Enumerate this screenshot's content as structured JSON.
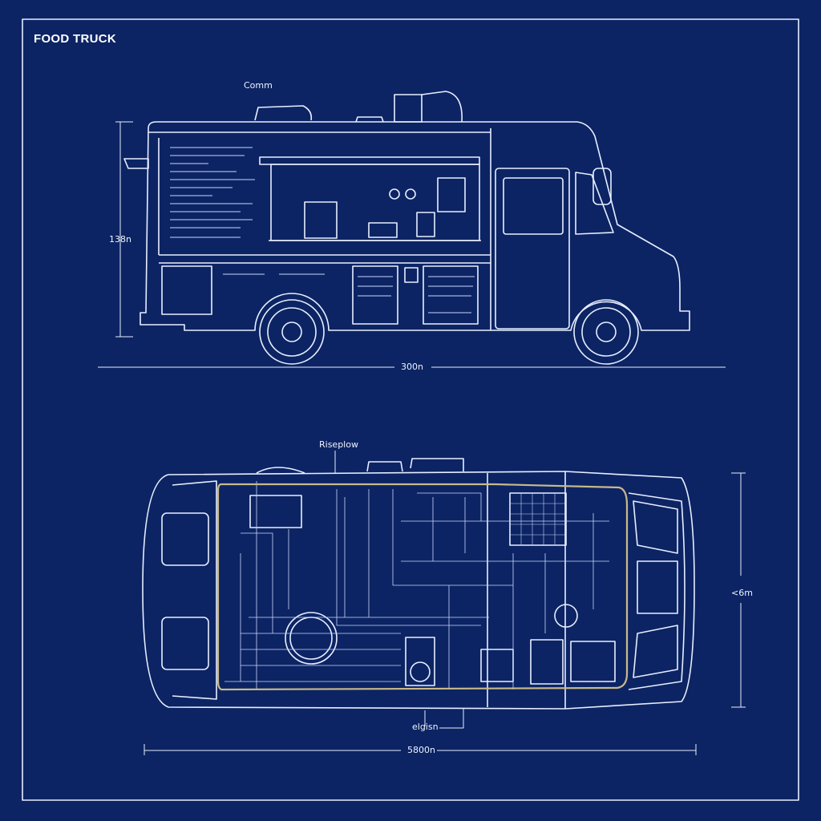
{
  "title": "FOOD TRUCK",
  "side_view": {
    "roof_label": "Comm",
    "height_dim": "138n",
    "length_dim": "300n"
  },
  "top_view": {
    "roof_label": "Riseplow",
    "width_dim": "<6m",
    "bottom_label": "elgisn",
    "length_dim": "5800n"
  },
  "colors": {
    "background": "#0c2463",
    "line": "#e8eeff",
    "accent": "#c9b98a"
  }
}
